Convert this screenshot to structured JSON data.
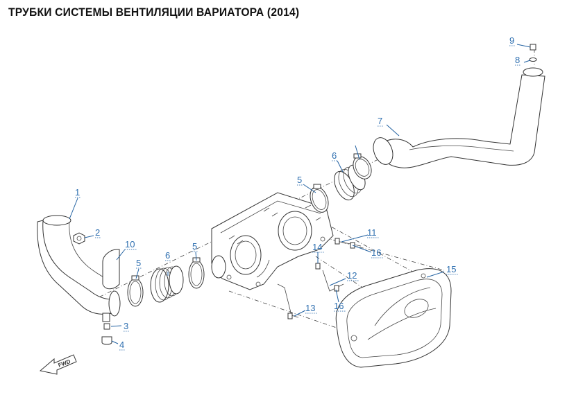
{
  "title": "ТРУБКИ СИСТЕМЫ ВЕНТИЛЯЦИИ ВАРИАТОРА (2014)",
  "callouts": [
    "1",
    "2",
    "3",
    "4",
    "5",
    "5",
    "5",
    "6",
    "6",
    "7",
    "8",
    "9",
    "10",
    "11",
    "12",
    "13",
    "14",
    "15",
    "16",
    "16"
  ],
  "direction_marker": "FWD",
  "colors": {
    "callout_text": "#2e6fb0",
    "leader_line": "#1f5fa0",
    "drawing_line": "#333333"
  }
}
